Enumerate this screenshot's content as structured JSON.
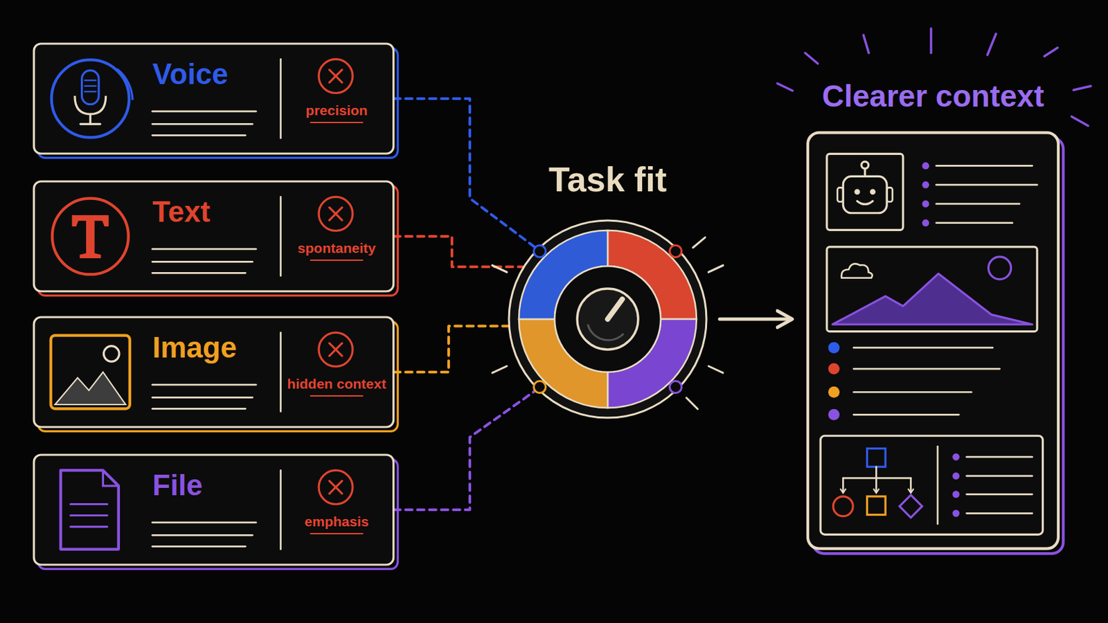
{
  "diagram": {
    "nodes": [
      {
        "text": [
          "Voice",
          "precision"
        ]
      },
      {
        "text": [
          "Text",
          "spontaneity"
        ]
      },
      {
        "text": [
          "Image",
          "hidden context"
        ]
      },
      {
        "text": [
          "File",
          "emphasis"
        ]
      },
      {
        "text": [
          "Task fit"
        ]
      },
      {
        "text": [
          "Clearer context"
        ]
      }
    ],
    "edges": [
      {
        "from": 0,
        "to": 4,
        "arrow": "none"
      },
      {
        "from": 1,
        "to": 4,
        "arrow": "none"
      },
      {
        "from": 2,
        "to": 4,
        "arrow": "none"
      },
      {
        "from": 3,
        "to": 4,
        "arrow": "none"
      },
      {
        "from": 4,
        "to": 5,
        "arrow": "to"
      }
    ]
  }
}
